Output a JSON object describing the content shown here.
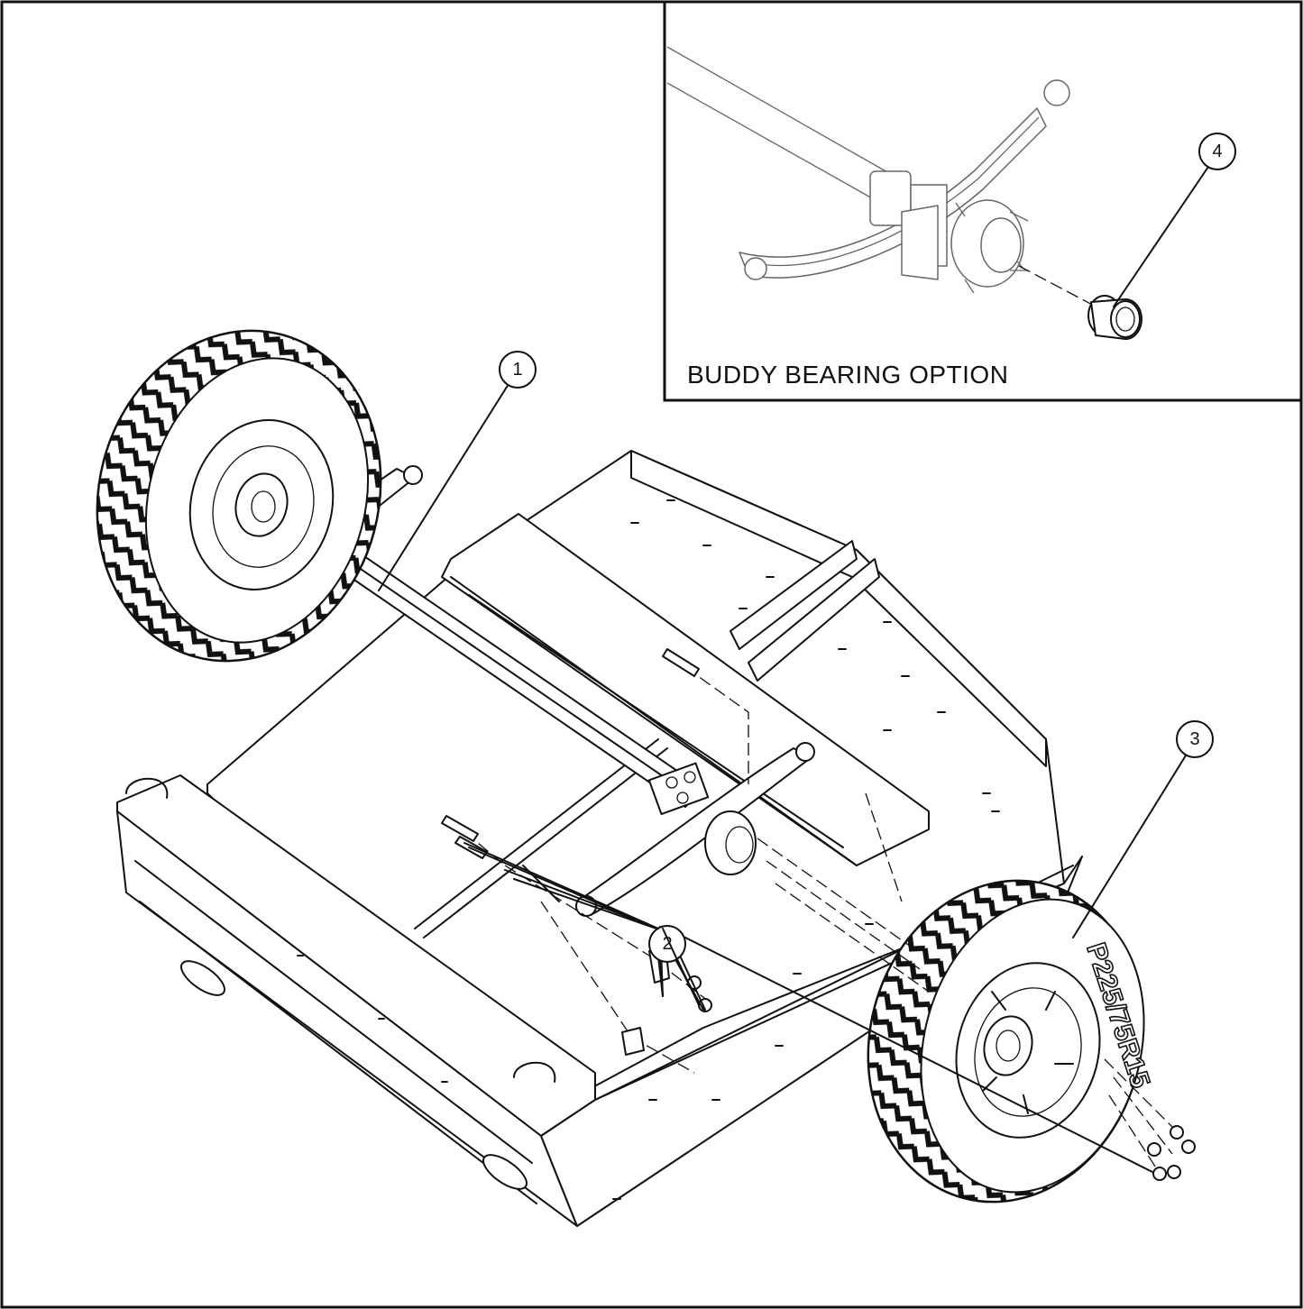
{
  "inset": {
    "title": "BUDDY BEARING OPTION"
  },
  "tire": {
    "sidewall_text": "P225/75R15"
  },
  "callouts": [
    {
      "id": "callout-1",
      "number": "1"
    },
    {
      "id": "callout-2",
      "number": "2"
    },
    {
      "id": "callout-3",
      "number": "3"
    },
    {
      "id": "callout-4",
      "number": "4"
    }
  ]
}
